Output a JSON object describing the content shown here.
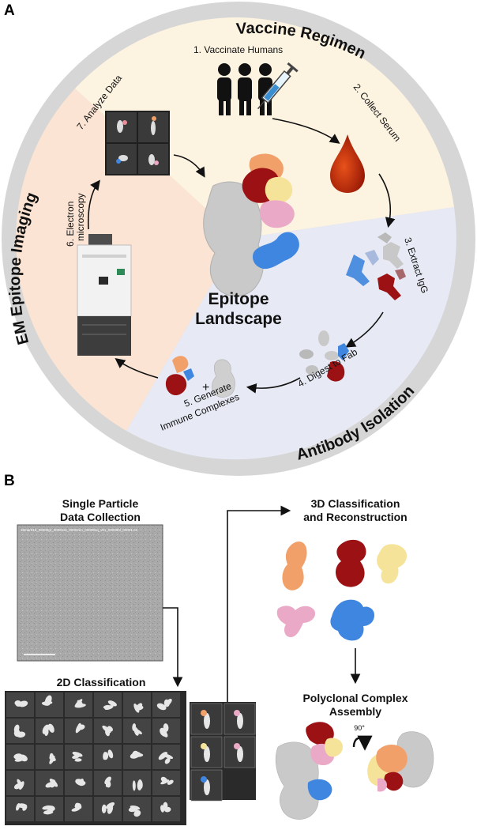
{
  "panel_a": {
    "letter": "A",
    "ring_labels": {
      "vaccine_regimen": "Vaccine Regimen",
      "antibody_isolation": "Antibody Isolation",
      "em_epitope_imaging": "EM Epitope Imaging"
    },
    "steps": {
      "s1": "1. Vaccinate Humans",
      "s2": "2. Collect Serum",
      "s3": "3. Extract IgG",
      "s4": "4. Digest to Fab",
      "s5_line1": "5. Generate",
      "s5_line2": "Immune Complexes",
      "s6_line1": "6. Electron",
      "s6_line2": "microscopy",
      "s7": "7. Analyze Data"
    },
    "center_line1": "Epitope",
    "center_line2": "Landscape",
    "plus": "+",
    "colors": {
      "ring": "#d6d6d6",
      "vaccine_sector": "#fdf3e1",
      "antibody_sector": "#e7eaf4",
      "em_sector": "#fbe4d3",
      "orange": "#f1a06a",
      "dark_red": "#9c1214",
      "yellow": "#f6e39a",
      "pink": "#eaa9c6",
      "blue": "#3f86e0",
      "grey": "#c9c9c9"
    }
  },
  "panel_b": {
    "letter": "B",
    "single_particle_line1": "Single Particle",
    "single_particle_line2": "Data Collection",
    "micrograph_caption": "19mar01b_00000gr_00001ss_00002en_00000sq_v01_00008hl_00001.en",
    "classification_2d": "2D Classification",
    "classification_3d_line1": "3D Classification",
    "classification_3d_line2": "and Reconstruction",
    "polyclonal_line1": "Polyclonal Complex",
    "polyclonal_line2": "Assembly",
    "rotation": "90°"
  }
}
